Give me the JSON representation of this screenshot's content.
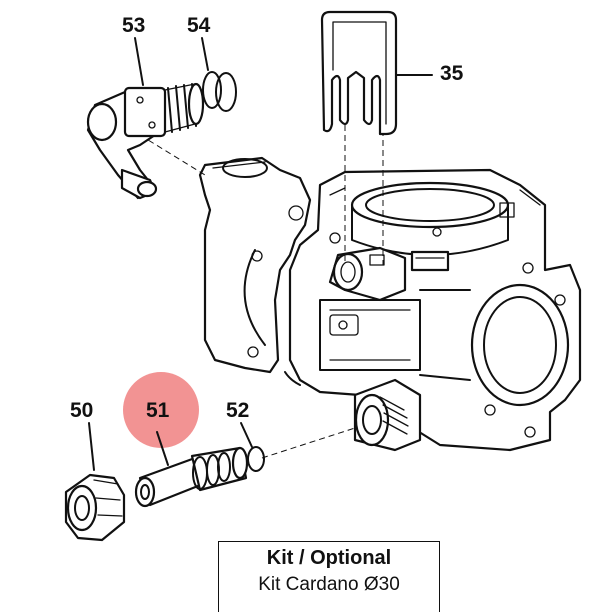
{
  "callouts": {
    "c53": "53",
    "c54": "54",
    "c35": "35",
    "c50": "50",
    "c51": "51",
    "c52": "52"
  },
  "highlight": {
    "part": "51",
    "color": "#f08080"
  },
  "kit": {
    "title_left": "Kit",
    "title_sep": "/",
    "title_right": "Optional",
    "name": "Kit Cardano Ø30"
  }
}
